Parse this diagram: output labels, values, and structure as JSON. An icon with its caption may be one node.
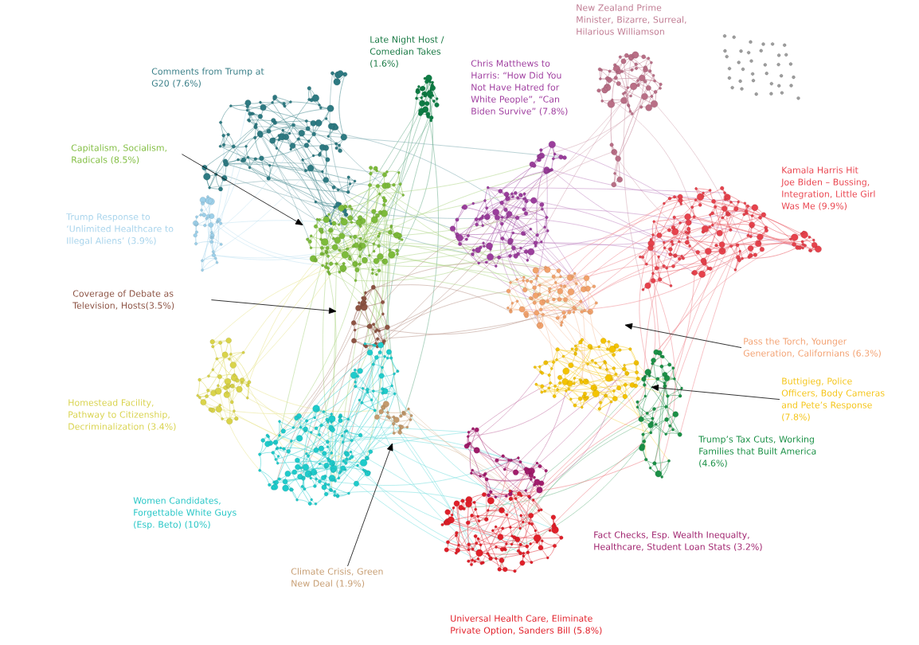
{
  "diagram": {
    "nodes": [
      {
        "text": [
          "Capitalism, Socialism, Radicals (8.5%)"
        ]
      },
      {
        "text": [
          "Coverage of Debate as Television, Hosts(3.5%)"
        ]
      },
      {
        "text": [
          "Pass the Torch, Younger Generation, Californians (6.3%)"
        ]
      },
      {
        "text": [
          "Buttigieg, Police Officers, Body Cameras and Pete’s Response (7.8%)"
        ]
      },
      {
        "text": [
          "Climate Crisis, Green New Deal (1.9%)"
        ]
      }
    ],
    "edges": [
      {
        "from": 0,
        "to": null,
        "arrow": "to"
      },
      {
        "from": 1,
        "to": null,
        "arrow": "to"
      },
      {
        "from": 2,
        "to": null,
        "arrow": "to"
      },
      {
        "from": 3,
        "to": null,
        "arrow": "to"
      },
      {
        "from": 4,
        "to": null,
        "arrow": "to"
      }
    ],
    "labels": [
      "New Zealand Prime Minister, Bizarre, Surreal, Hilarious Williamson",
      "Late Night Host / Comedian Takes (1.6%)",
      "Chris Matthews to Harris: “How Did You Not Have Hatred for White People”, “Can Biden Survive” (7.8%)",
      "Comments from Trump at G20 (7.6%)",
      "Kamala Harris Hit Joe Biden – Bussing, Integration, Little Girl Was Me (9.9%)",
      "Trump Response to ‘Unlimited Healthcare to Illegal Aliens’ (3.9%)",
      "Homestead Facility, Pathway to Citizenship, Decriminalization (3.4%)",
      "Trump’s Tax Cuts, Working Families that Built America (4.6%)",
      "Women Candidates, Forgettable White Guys (Esp. Beto) (10%)",
      "Fact Checks, Esp. Wealth Inequalty, Healthcare, Student Loan Stats (3.2%)",
      "Universal Health Care, Eliminate Private Option, Sanders Bill (5.8%)"
    ]
  }
}
